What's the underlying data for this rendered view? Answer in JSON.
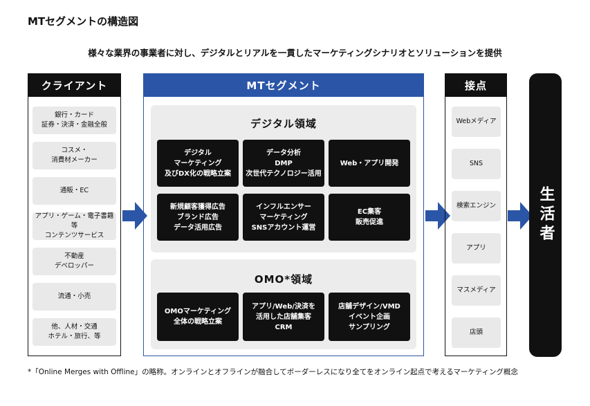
{
  "title": "MTセグメントの構造図",
  "subtitle": "様々な業界の事業者に対し、デジタルとリアルを一貫したマーケティングシナリオとソリューションを提供",
  "clients": {
    "header": "クライアント",
    "items": [
      "銀行・カード\n証券・決済・金融全般",
      "コスメ・\n消費材メーカー",
      "通販・EC",
      "アプリ・ゲーム・電子書籍等\nコンテンツサービス",
      "不動産\nデベロッパー",
      "流通・小売",
      "他、人材・交通\nホテル・旅行、等"
    ]
  },
  "mt_segment": {
    "header": "MTセグメント",
    "digital": {
      "title": "デジタル領域",
      "blocks": [
        "デジタル\nマーケティング\n及びDX化の戦略立案",
        "データ分析\nDMP\n次世代テクノロジー活用",
        "Web・アプリ開発",
        "新規顧客獲得広告\nブランド広告\nデータ活用広告",
        "インフルエンサー\nマーケティング\nSNSアカウント運営",
        "EC集客\n販売促進"
      ]
    },
    "omo": {
      "title": "OMO*領域",
      "blocks": [
        "OMOマーケティング\n全体の戦略立案",
        "アプリ/Web/決済を\n活用した店舗集客\nCRM",
        "店舗デザイン/VMD\nイベント企画\nサンプリング"
      ]
    }
  },
  "touchpoints": {
    "header": "接点",
    "items": [
      "Webメディア",
      "SNS",
      "検索エンジン",
      "アプリ",
      "マスメディア",
      "店頭"
    ]
  },
  "consumer": "生活者",
  "footnote": "*「Online Merges with Offline」の略称。オンラインとオフラインが融合してボーダーレスになり全てをオンライン起点で考えるマーケティング概念",
  "colors": {
    "accent": "#2b55a6",
    "dark": "#111111",
    "chip": "#e9e9e9"
  }
}
